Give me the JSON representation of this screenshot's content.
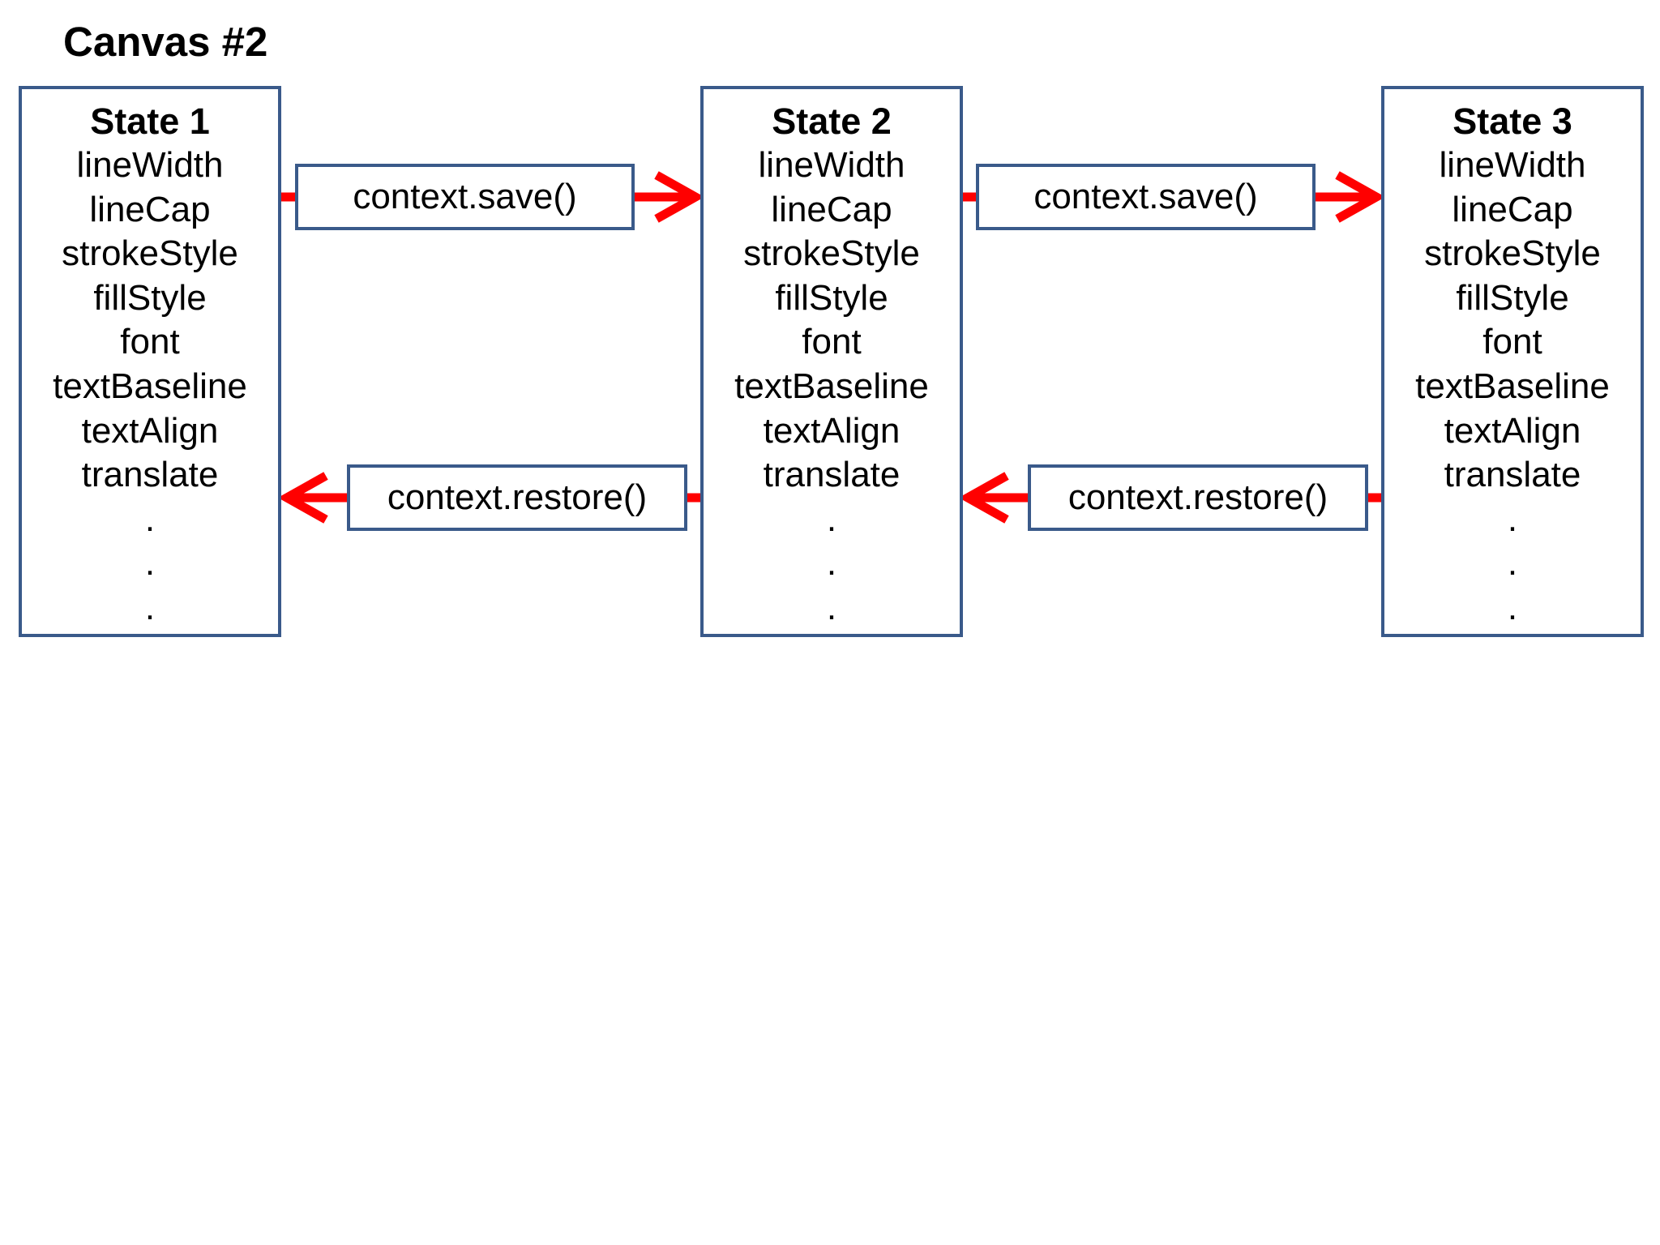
{
  "title": "Canvas #2",
  "colors": {
    "box_border": "#3a5a8a",
    "arrow": "#ff0000"
  },
  "states": [
    {
      "title": "State 1",
      "properties": [
        "lineWidth",
        "lineCap",
        "strokeStyle",
        "fillStyle",
        "font",
        "textBaseline",
        "textAlign",
        "translate"
      ],
      "dots": [
        ".",
        ".",
        "."
      ]
    },
    {
      "title": "State 2",
      "properties": [
        "lineWidth",
        "lineCap",
        "strokeStyle",
        "fillStyle",
        "font",
        "textBaseline",
        "textAlign",
        "translate"
      ],
      "dots": [
        ".",
        ".",
        "."
      ]
    },
    {
      "title": "State 3",
      "properties": [
        "lineWidth",
        "lineCap",
        "strokeStyle",
        "fillStyle",
        "font",
        "textBaseline",
        "textAlign",
        "translate"
      ],
      "dots": [
        ".",
        ".",
        "."
      ]
    }
  ],
  "operations": {
    "save_1_to_2": "context.save()",
    "save_2_to_3": "context.save()",
    "restore_2_to_1": "context.restore()",
    "restore_3_to_2": "context.restore()"
  }
}
